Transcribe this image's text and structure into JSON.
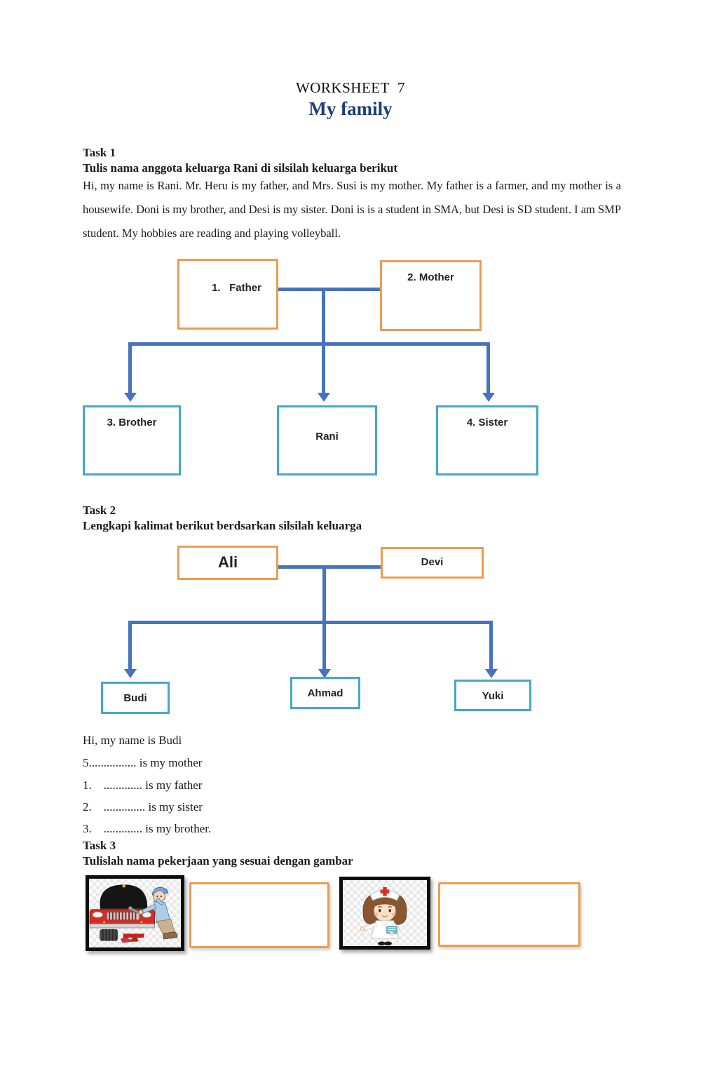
{
  "header": {
    "title": "WORKSHEET  7",
    "subtitle": "My family"
  },
  "colors": {
    "title_blue": "#1f3c78",
    "connector_blue": "#4673bd",
    "box_orange": "#ec9c51",
    "box_teal": "#44a8c8",
    "picture_border": "#0d0d0d"
  },
  "task1": {
    "heading": "Task 1",
    "instruction": "Tulis nama anggota keluarga Rani di silsilah keluarga berikut",
    "paragraph": "Hi, my name is Rani. Mr. Heru is my father, and Mrs. Susi is my mother. My father is a farmer, and my mother is a housewife. Doni is my brother, and Desi is my sister. Doni is is a student in SMA, but Desi is SD student. I am SMP student. My hobbies are reading and playing volleyball.",
    "tree": {
      "father": "1.   Father",
      "mother": "2. Mother",
      "brother": "3. Brother",
      "self": "Rani",
      "sister": "4. Sister"
    }
  },
  "task2": {
    "heading": "Task 2",
    "instruction": "Lengkapi kalimat berikut berdsarkan silsilah keluarga",
    "tree": {
      "father": "Ali",
      "mother": "Devi",
      "child1": "Budi",
      "child2": "Ahmad",
      "child3": "Yuki"
    },
    "intro": "Hi, my name is Budi",
    "items": [
      "5................ is my mother",
      "1.    ............. is my father",
      "2.    .............. is my sister",
      "3.    ............. is my brother."
    ]
  },
  "task3": {
    "heading": "Task 3",
    "instruction": "Tulislah nama pekerjaan yang sesuai dengan gambar",
    "pictures": [
      "mechanic-cartoon",
      "nurse-cartoon"
    ]
  }
}
